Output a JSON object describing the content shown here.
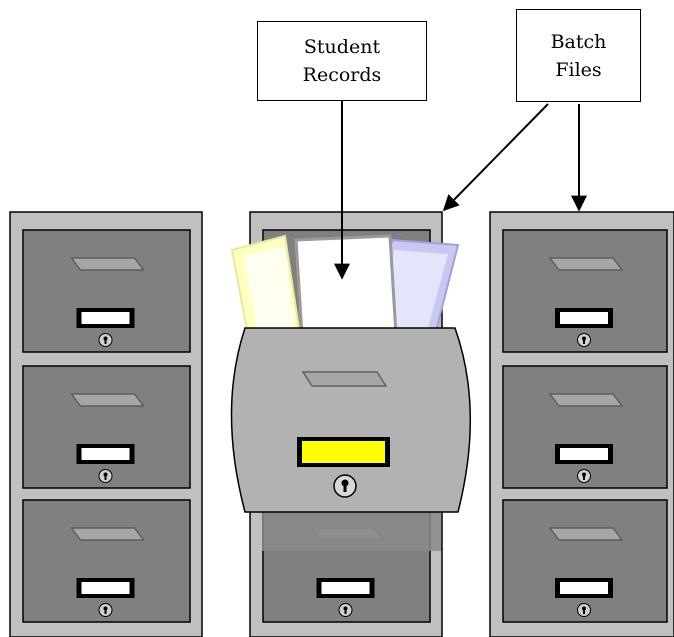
{
  "labels": {
    "student_records": {
      "line1": "Student",
      "line2": "Records"
    },
    "batch_files": {
      "line1": "Batch",
      "line2": "Files"
    }
  },
  "colors": {
    "cabinet_body": "#c0c0c0",
    "drawer_face": "#808080",
    "open_drawer_face": "#b2b2b2",
    "handle": "#a6a6a6",
    "label_slot_fill": "#ffffff",
    "highlight_label": "#ffff00",
    "folder_yellow": "#ffffc0",
    "folder_white": "#ffffff",
    "folder_blue": "#c8c8f2",
    "arrow": "#000000"
  },
  "icons": {
    "handle": "drawer-handle-icon",
    "lock": "keyhole-lock-icon",
    "label_slot": "label-holder-icon"
  }
}
